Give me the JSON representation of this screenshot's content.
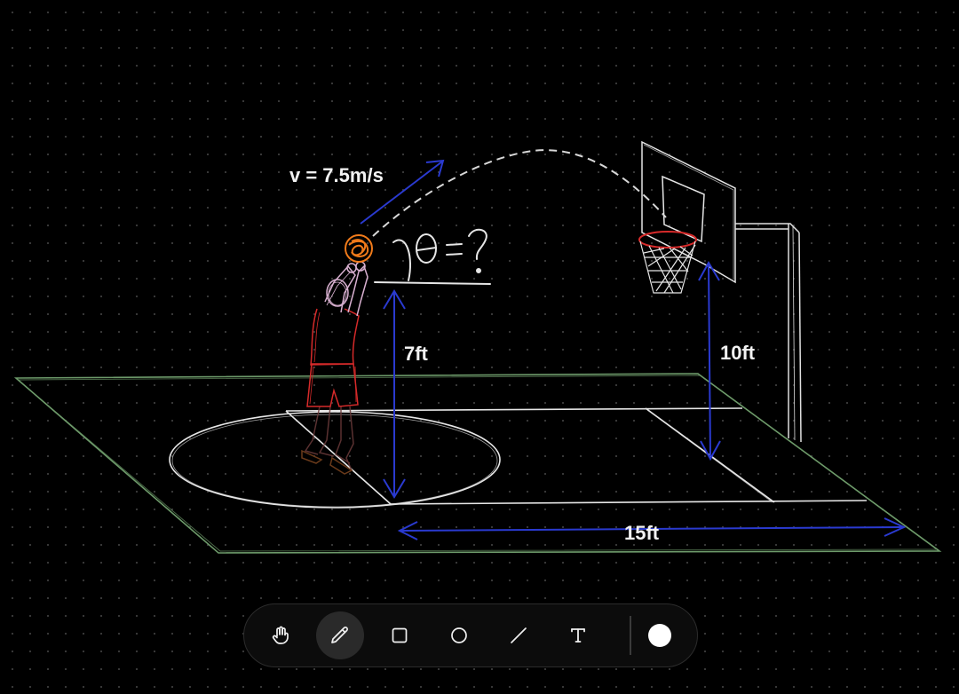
{
  "canvas": {
    "background": "#000000",
    "dot_color": "#3a3a3a"
  },
  "annotations": {
    "velocity": "v = 7.5m/s",
    "player_height": "7ft",
    "hoop_height": "10ft",
    "distance": "15ft"
  },
  "sketch_colors": {
    "court_outline": "#6d9a6a",
    "court_lines": "#e8e8e8",
    "arrows": "#2a3ad0",
    "player": "#d62a2a",
    "ball": "#f07a1a",
    "rim": "#d62a2a"
  },
  "toolbar": {
    "tools": [
      {
        "name": "hand",
        "icon": "hand-icon",
        "active": false
      },
      {
        "name": "pencil",
        "icon": "pencil-icon",
        "active": true
      },
      {
        "name": "rectangle",
        "icon": "square-icon",
        "active": false
      },
      {
        "name": "ellipse",
        "icon": "circle-icon",
        "active": false
      },
      {
        "name": "line",
        "icon": "line-icon",
        "active": false
      },
      {
        "name": "text",
        "icon": "text-icon",
        "active": false
      }
    ],
    "current_color": "#ffffff"
  }
}
